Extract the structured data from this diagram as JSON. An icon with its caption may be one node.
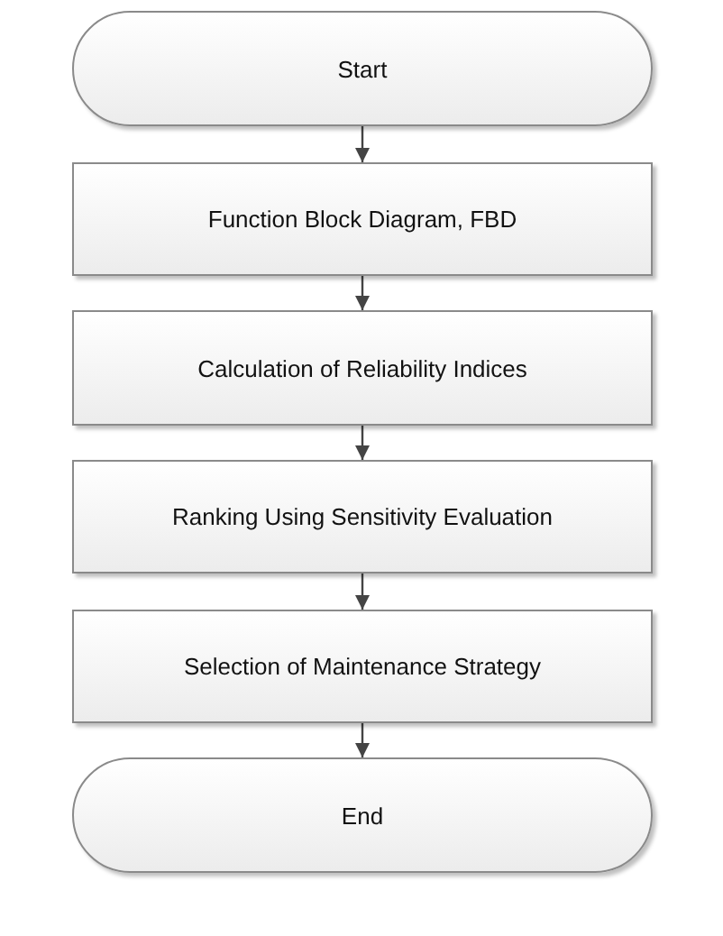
{
  "diagram": {
    "nodes": [
      {
        "text": [
          "Start"
        ]
      },
      {
        "text": [
          "Function Block Diagram, FBD"
        ]
      },
      {
        "text": [
          "Calculation of Reliability Indices"
        ]
      },
      {
        "text": [
          "Ranking Using Sensitivity Evaluation"
        ]
      },
      {
        "text": [
          "Selection of Maintenance Strategy"
        ]
      },
      {
        "text": [
          "End"
        ]
      }
    ],
    "edges": [
      {
        "from": 0,
        "to": 1,
        "arrow": "to"
      },
      {
        "from": 1,
        "to": 2,
        "arrow": "to"
      },
      {
        "from": 2,
        "to": 3,
        "arrow": "to"
      },
      {
        "from": 3,
        "to": 4,
        "arrow": "to"
      },
      {
        "from": 4,
        "to": 5,
        "arrow": "to"
      }
    ]
  }
}
